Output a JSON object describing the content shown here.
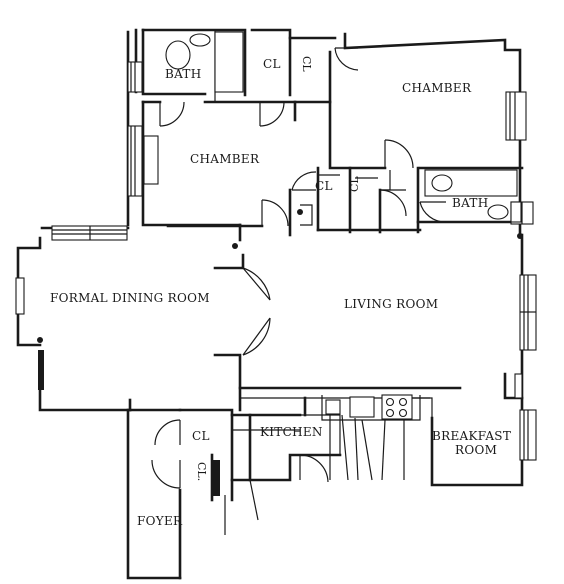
{
  "rooms": {
    "bath_top": "BATH",
    "closet_top": "CL",
    "closet_top_rot": "CL",
    "chamber_right": "CHAMBER",
    "chamber_left": "CHAMBER",
    "closet_mid": "CL",
    "closet_mid_rot": "CL",
    "bath_right": "BATH",
    "formal_dining": "FORMAL DINING ROOM",
    "living": "LIVING ROOM",
    "kitchen": "KITCHEN",
    "breakfast_1": "BREAKFAST",
    "breakfast_2": "ROOM",
    "closet_foyer_1": "CL",
    "closet_foyer_2": "CL.",
    "foyer": "FOYER"
  }
}
